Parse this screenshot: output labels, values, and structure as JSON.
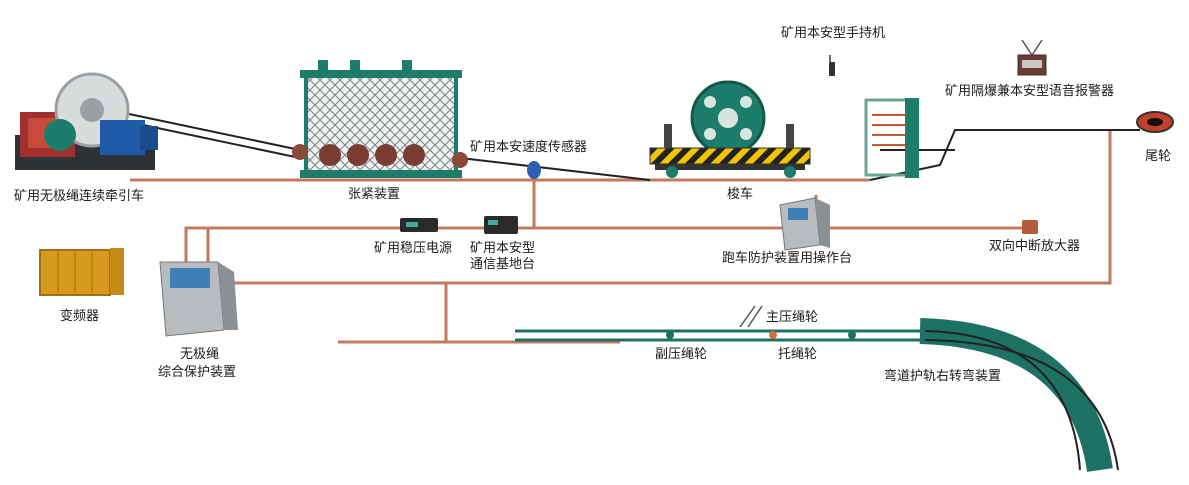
{
  "labels": {
    "haulage": "矿用无极绳连续牵引车",
    "tensioner": "张紧装置",
    "speed_sensor": "矿用本安速度传感器",
    "shuttle": "梭车",
    "handset": "矿用本安型手持机",
    "alarm": "矿用隔爆兼本安型语音报警器",
    "tail_wheel": "尾轮",
    "power_supply": "矿用稳压电源",
    "base_station_line1": "矿用本安型",
    "base_station_line2": "通信基地台",
    "runaway_console": "跑车防护装置用操作台",
    "amplifier": "双向中断放大器",
    "inverter": "变频器",
    "protection_line1": "无极绳",
    "protection_line2": "综合保护装置",
    "main_press_wheel": "主压绳轮",
    "aux_press_wheel": "副压绳轮",
    "support_wheel": "托绳轮",
    "curve_device": "弯道护轨右转弯装置"
  },
  "colors": {
    "cable": "#c07a60",
    "rope": "#222222",
    "machine_green": "#1e7d6a",
    "frame_grey": "#6f7377",
    "inverter_yellow": "#d79a1e",
    "console_grey": "#b9bcbf",
    "rail_green": "#1e7263"
  }
}
